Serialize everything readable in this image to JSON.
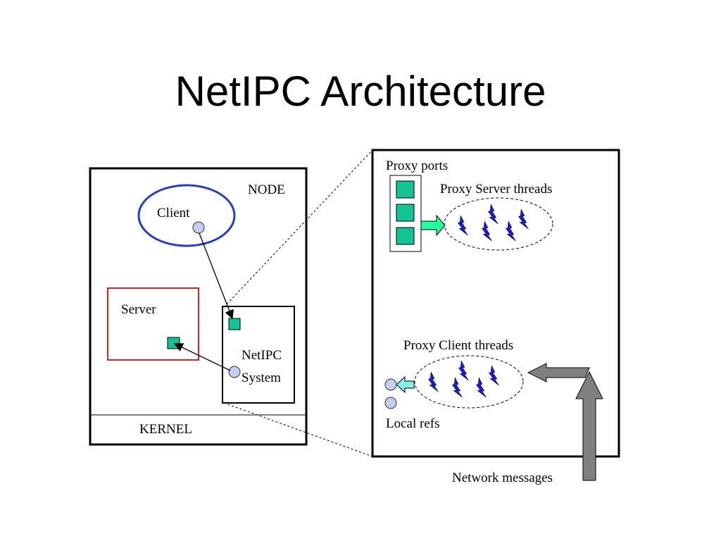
{
  "title": "NetIPC Architecture",
  "node": {
    "label": "NODE",
    "client_label": "Client",
    "server_label": "Server",
    "netipc_line1": "NetIPC",
    "netipc_line2": "System",
    "kernel_label": "KERNEL"
  },
  "detail": {
    "proxy_ports_label": "Proxy ports",
    "proxy_server_threads_label": "Proxy Server threads",
    "proxy_client_threads_label": "Proxy Client threads",
    "local_refs_label": "Local refs",
    "network_messages_label": "Network messages"
  },
  "colors": {
    "port_fill": "#13c396",
    "circle_fill": "#c8cdf0",
    "client_ellipse": "#2a3bc4",
    "server_box": "#e02020",
    "arrow_fill": "#22ff99",
    "light_arrow_fill": "#80f0e8",
    "network_arrow_fill": "#808080",
    "lightning": "#1a1ae0"
  }
}
